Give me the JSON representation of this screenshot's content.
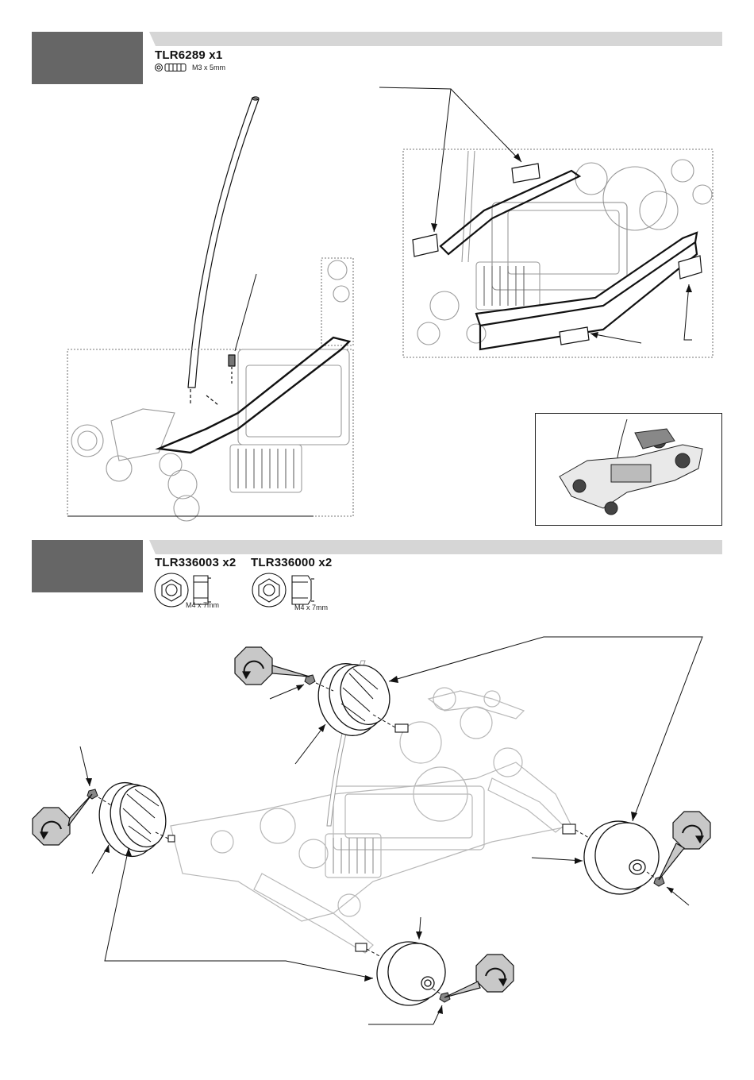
{
  "step1": {
    "part_code": "TLR6289 x1",
    "part_size": "M3 x 5mm"
  },
  "step2": {
    "parts": [
      {
        "code": "TLR336003 x2",
        "size": "M4 x 7mm"
      },
      {
        "code": "TLR336000 x2",
        "size": "M4 x 7mm"
      }
    ]
  },
  "colors": {
    "step_block": "#666666",
    "step_bar": "#d6d6d6",
    "line": "#111111",
    "ghost": "#bdbdbd"
  },
  "icons": [
    "set-screw-icon",
    "flanged-nut-icon",
    "serrated-nut-icon",
    "tighten-clockwise-icon",
    "tighten-counterclockwise-icon"
  ]
}
